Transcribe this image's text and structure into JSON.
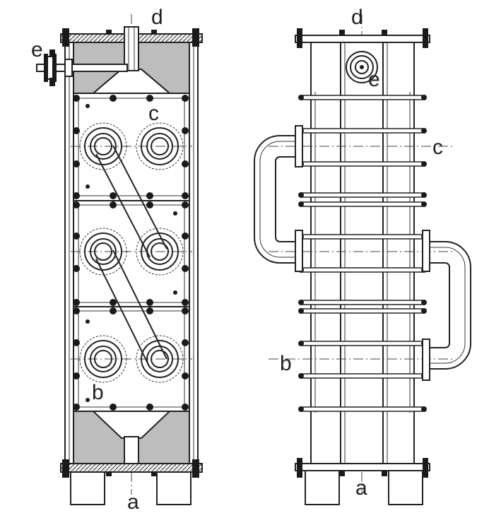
{
  "figure": {
    "left_view": {
      "labels": {
        "a": "a",
        "b": "b",
        "c": "c",
        "d": "d",
        "e": "e"
      }
    },
    "right_view": {
      "labels": {
        "a": "a",
        "b": "b",
        "c": "c",
        "d": "d",
        "e": "e"
      }
    }
  }
}
